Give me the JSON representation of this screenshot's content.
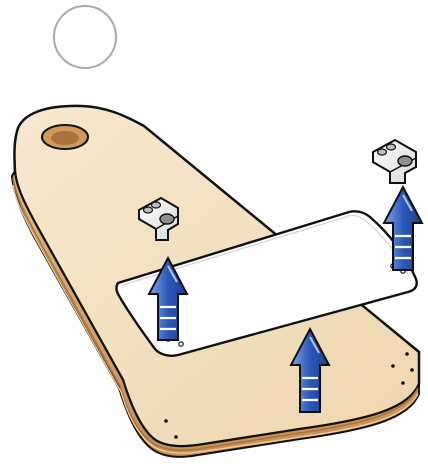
{
  "figure": {
    "kind": "assembly-instruction-illustration",
    "colors": {
      "wood_top": "#f2dfbd",
      "wood_side": "#d8a664",
      "wood_edge_dark": "#a77442",
      "panel": "#ffffff",
      "outline": "#111111",
      "arrow_fill": "#2c57b8",
      "arrow_highlight": "#93b8f0",
      "bracket_fill": "#ececec",
      "step_circle_stroke": "#a9a9a9"
    },
    "step_marker": {
      "icon": "blank-circle"
    },
    "parts": [
      {
        "name": "wooden-base-board"
      },
      {
        "name": "rectangular-panel"
      },
      {
        "name": "left-bracket"
      },
      {
        "name": "right-bracket"
      }
    ],
    "arrows": [
      {
        "name": "left-panel-arrow",
        "direction": "up"
      },
      {
        "name": "right-panel-arrow",
        "direction": "up"
      },
      {
        "name": "base-arrow",
        "direction": "up"
      }
    ]
  }
}
